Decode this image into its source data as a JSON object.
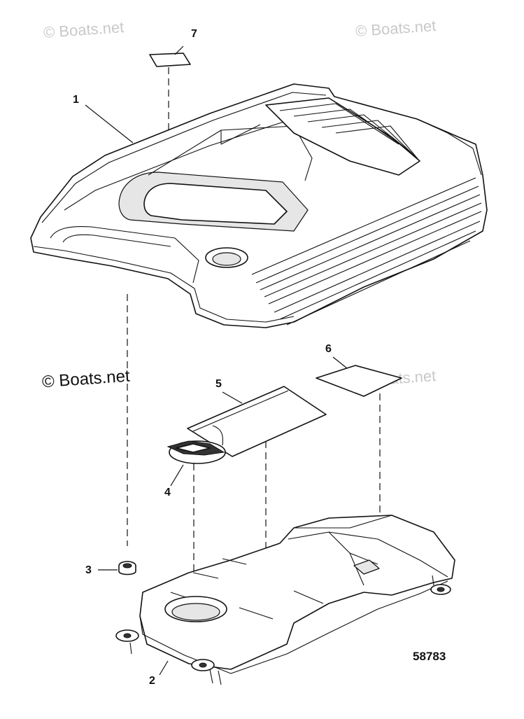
{
  "watermarks": {
    "top_left": "© Boats.net",
    "top_right": "© Boats.net",
    "mid_left": "© Boats.net",
    "mid_right": "© Boats.net"
  },
  "callouts": {
    "c1": "1",
    "c2": "2",
    "c3": "3",
    "c4": "4",
    "c5": "5",
    "c6": "6",
    "c7": "7"
  },
  "figure_number": "58783",
  "colors": {
    "line": "#111111",
    "watermark": "#c9c9c9",
    "background": "#ffffff"
  }
}
